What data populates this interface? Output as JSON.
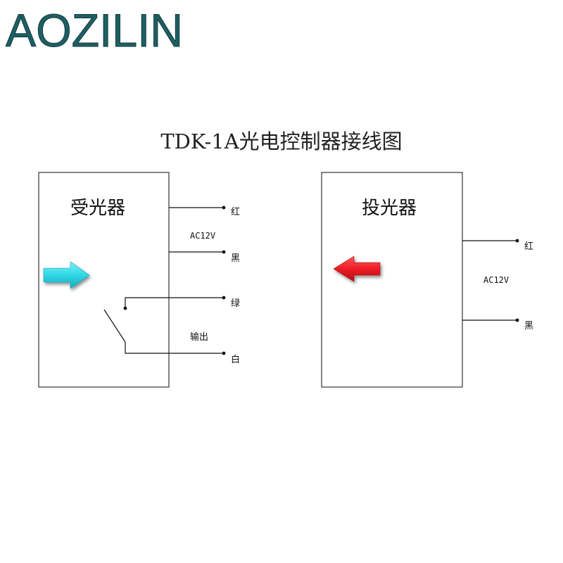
{
  "brand": {
    "logo_text": "AOZILIN",
    "color": "#1f5f63"
  },
  "title": "TDK-1A光电控制器接线图",
  "receiver": {
    "name": "受光器",
    "voltage": "AC12V",
    "output_label": "输出",
    "wires": {
      "red": "红",
      "black": "黑",
      "green": "绿",
      "white": "白"
    },
    "arrow_color": "#2fd7e6",
    "arrow_icon": "arrow-right-icon"
  },
  "emitter": {
    "name": "投光器",
    "voltage": "AC12V",
    "wires": {
      "red": "红",
      "black": "黑"
    },
    "arrow_color": "#ee1c25",
    "arrow_icon": "arrow-left-icon"
  }
}
